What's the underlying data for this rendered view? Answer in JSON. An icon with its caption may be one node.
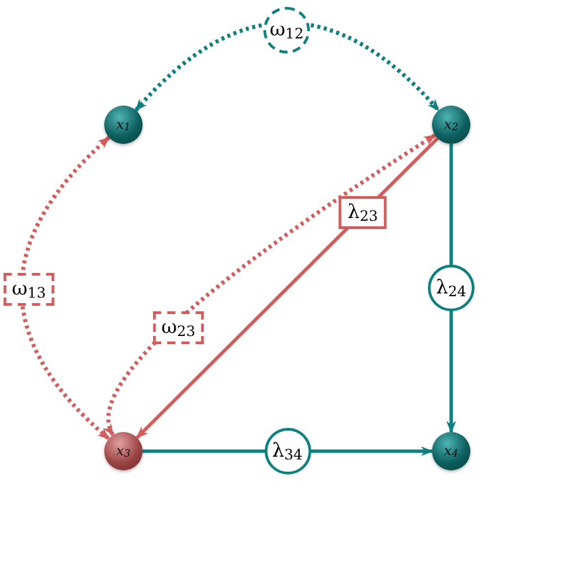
{
  "diagram": {
    "nodes": [
      {
        "text": [
          "x$_{1}$"
        ]
      },
      {
        "text": [
          "x$_{2}$"
        ]
      },
      {
        "text": [
          "x$_{3}$"
        ]
      },
      {
        "text": [
          "x$_{4}$"
        ]
      }
    ],
    "edges": [
      {
        "from": 0,
        "to": 1,
        "arrow": "both",
        "style": "dashed",
        "label": "ω$_{12}$"
      },
      {
        "from": 0,
        "to": 2,
        "arrow": "both",
        "style": "dashed",
        "color": "#d45c5c",
        "label": "ω$_{13}$"
      },
      {
        "from": 1,
        "to": 2,
        "arrow": "both",
        "style": "dashed",
        "color": "#d45c5c",
        "label": "ω$_{23}$"
      },
      {
        "from": 1,
        "to": 2,
        "arrow": "to",
        "color": "#d45c5c",
        "label": "λ$_{23}$"
      },
      {
        "from": 1,
        "to": 3,
        "arrow": "to",
        "label": "λ$_{24}$"
      },
      {
        "from": 2,
        "to": 3,
        "arrow": "to",
        "label": "λ$_{34}$"
      }
    ]
  }
}
